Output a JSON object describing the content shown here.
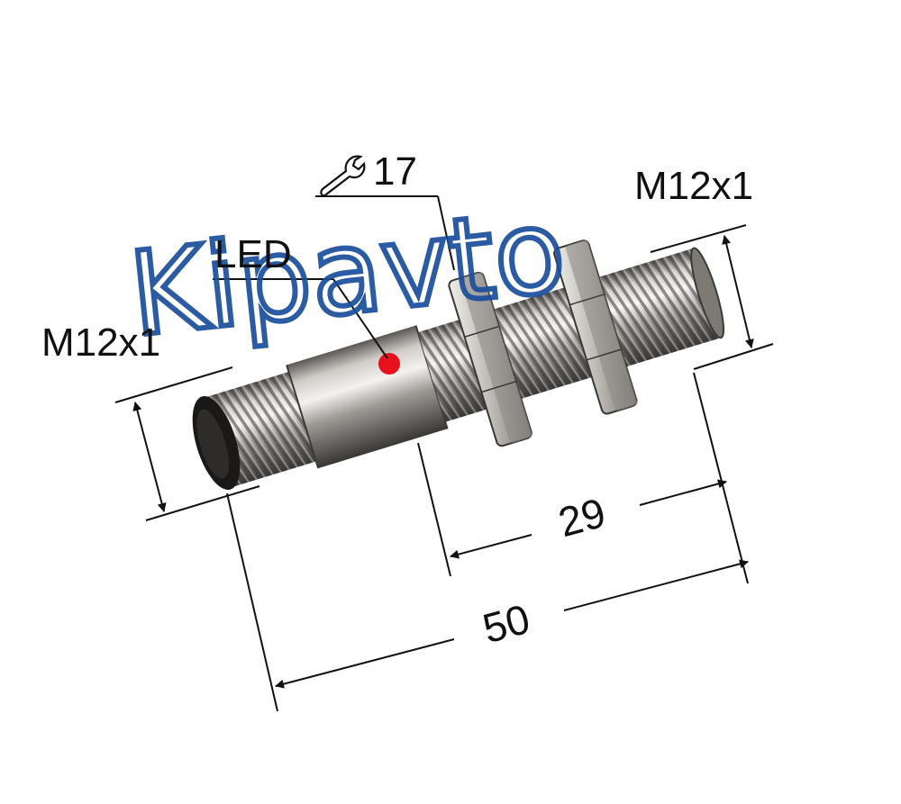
{
  "labels": {
    "thread_left": "M12x1",
    "thread_right": "M12x1",
    "led": "LED",
    "wrench_size": "17",
    "dim_total": "50",
    "dim_thread": "29"
  },
  "watermark": "Kipavto",
  "icons": {
    "wrench": "wrench-icon"
  },
  "colors": {
    "line": "#111111",
    "led": "#e8101a",
    "watermark": "#1a4f9c",
    "metal_light": "#e9e7e4",
    "metal_mid": "#a9a6a2",
    "metal_dark": "#4e4b48"
  }
}
